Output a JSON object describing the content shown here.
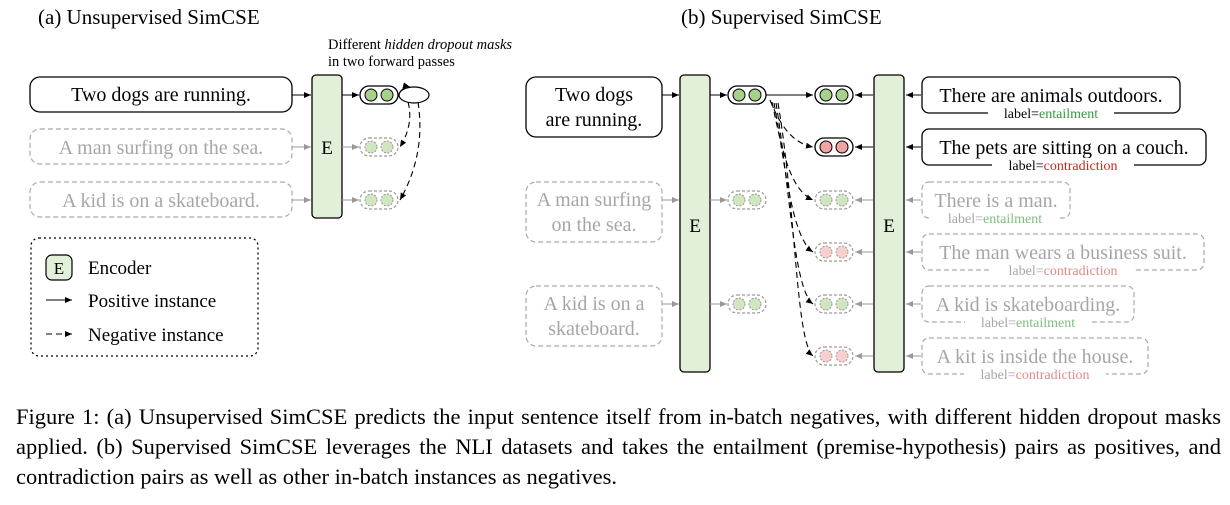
{
  "panel_a": {
    "title": "(a) Unsupervised SimCSE",
    "annotation_line1_a": "Different ",
    "annotation_line1_b": "hidden dropout masks",
    "annotation_line2": "in two forward passes",
    "sentences": [
      "Two dogs are running.",
      "A man surfing on the sea.",
      "A kid is on a skateboard."
    ],
    "encoder": "E",
    "legend": {
      "encoder_symbol": "E",
      "encoder_label": "Encoder",
      "positive_label": "Positive instance",
      "negative_label": "Negative instance"
    }
  },
  "panel_b": {
    "title": "(b) Supervised SimCSE",
    "encoder": "E",
    "inputs": [
      [
        "Two dogs",
        "are running."
      ],
      [
        "A man surfing",
        "on the sea."
      ],
      [
        "A kid is on a",
        "skateboard."
      ]
    ],
    "label_prefix": "label=",
    "outputs": [
      {
        "text": "There are animals outdoors.",
        "label": "entailment"
      },
      {
        "text": "The pets are sitting on a couch.",
        "label": "contradiction"
      },
      {
        "text": "There is a man.",
        "label": "entailment"
      },
      {
        "text": "The man wears a business suit.",
        "label": "contradiction"
      },
      {
        "text": "A kid is skateboarding.",
        "label": "entailment"
      },
      {
        "text": "A kit is inside the house.",
        "label": "contradiction"
      }
    ]
  },
  "caption": {
    "text": "Figure 1: (a) Unsupervised SimCSE predicts the input sentence itself from in-batch negatives, with different hidden dropout masks applied. (b) Supervised SimCSE leverages the NLI datasets and takes the entailment (premise-hypothesis) pairs as positives, and contradiction pairs as well as other in-batch instances as negatives."
  },
  "colors": {
    "encoder_fill": "#e2f0d9",
    "green_dot": "#a9d18e",
    "red_dot": "#f4a3a3",
    "entailment": "#3a9a3a",
    "contradiction": "#c8281e",
    "faded": "#a6a6a6"
  }
}
